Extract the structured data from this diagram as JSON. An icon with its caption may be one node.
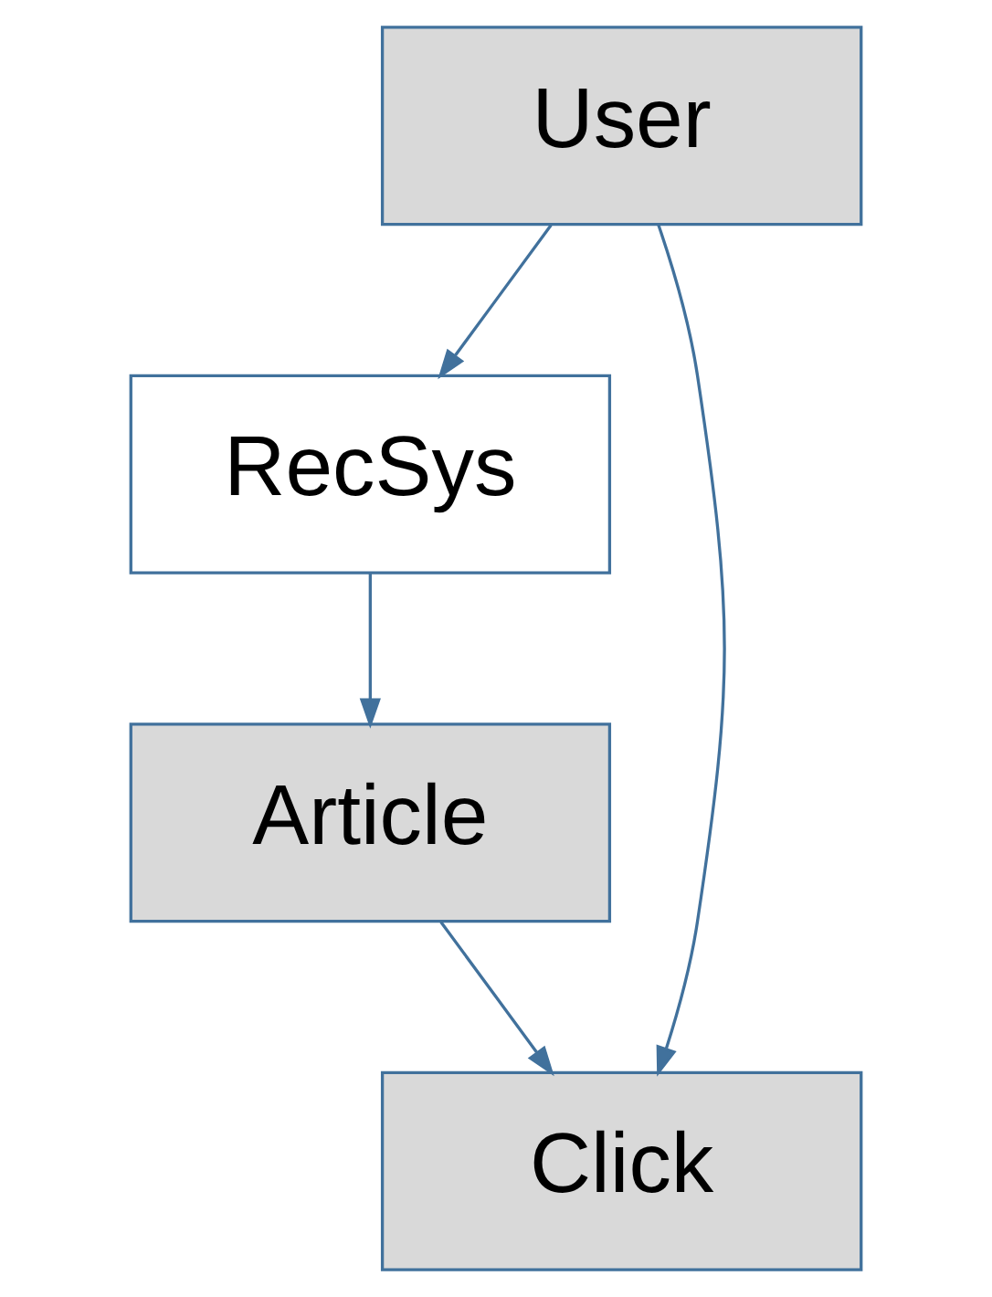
{
  "diagram": {
    "nodes": [
      {
        "text": [
          "User"
        ]
      },
      {
        "text": [
          "RecSys"
        ]
      },
      {
        "text": [
          "Article"
        ]
      },
      {
        "text": [
          "Click"
        ]
      }
    ],
    "edges": [
      {
        "from": 0,
        "to": 1,
        "arrow": "to"
      },
      {
        "from": 0,
        "to": 3,
        "arrow": "to"
      },
      {
        "from": 1,
        "to": 2,
        "arrow": "to"
      },
      {
        "from": 2,
        "to": 3,
        "arrow": "to"
      }
    ]
  }
}
